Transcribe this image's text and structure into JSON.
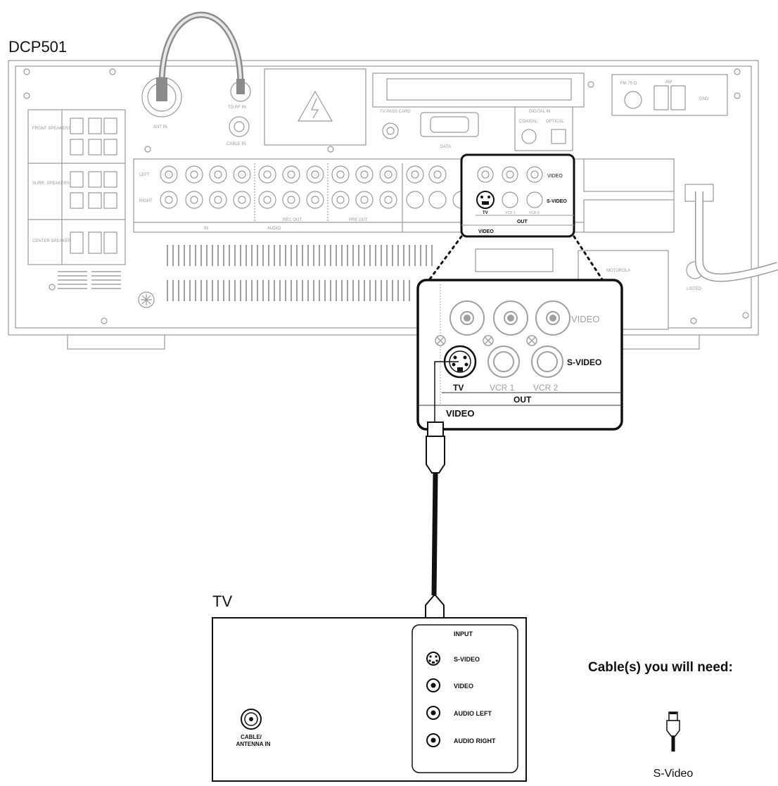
{
  "device_name": "DCP501",
  "tv_label": "TV",
  "needed_title": "Cable(s) you will need:",
  "needed_cable": "S-Video",
  "zoom": {
    "video_label": "VIDEO",
    "svideo_label": "S-VIDEO",
    "out_label": "OUT",
    "group_label": "VIDEO",
    "jack_tv": "TV",
    "jack_vcr1": "VCR 1",
    "jack_vcr2": "VCR 2"
  },
  "small_panel": {
    "video_label": "VIDEO",
    "svideo_label": "S-VIDEO",
    "out_label": "OUT",
    "group_label": "VIDEO",
    "jack_tv": "TV",
    "jack_vcr1": "VCR 1",
    "jack_vcr2": "VCR 2"
  },
  "rear_panel": {
    "ant_in": "ANT IN",
    "to_rf_in": "TO RF IN",
    "cable_in": "CABLE IN",
    "tv_pass_card": "TV PASS CARD",
    "data": "DATA",
    "digital_in": "DIGITAL IN",
    "coaxial": "COAXIAL",
    "optical": "OPTICAL",
    "fm": "FM 75 Ω",
    "am": "AM",
    "gnd": "GND",
    "front_speakers": "FRONT SPEAKERS",
    "surr_speakers": "SURR. SPEAKERS",
    "center_speaker": "CENTER SPEAKER",
    "left": "LEFT",
    "right": "RIGHT",
    "in": "IN",
    "audio": "AUDIO",
    "rec_out": "REC OUT",
    "pre_out": "PRE OUT",
    "motorola": "MOTOROLA",
    "listed": "LISTED"
  },
  "tv_panel": {
    "input_title": "INPUT",
    "svideo": "S-VIDEO",
    "video": "VIDEO",
    "audio_left": "AUDIO LEFT",
    "audio_right": "AUDIO RIGHT",
    "cable_line1": "CABLE/",
    "cable_line2": "ANTENNA IN"
  }
}
